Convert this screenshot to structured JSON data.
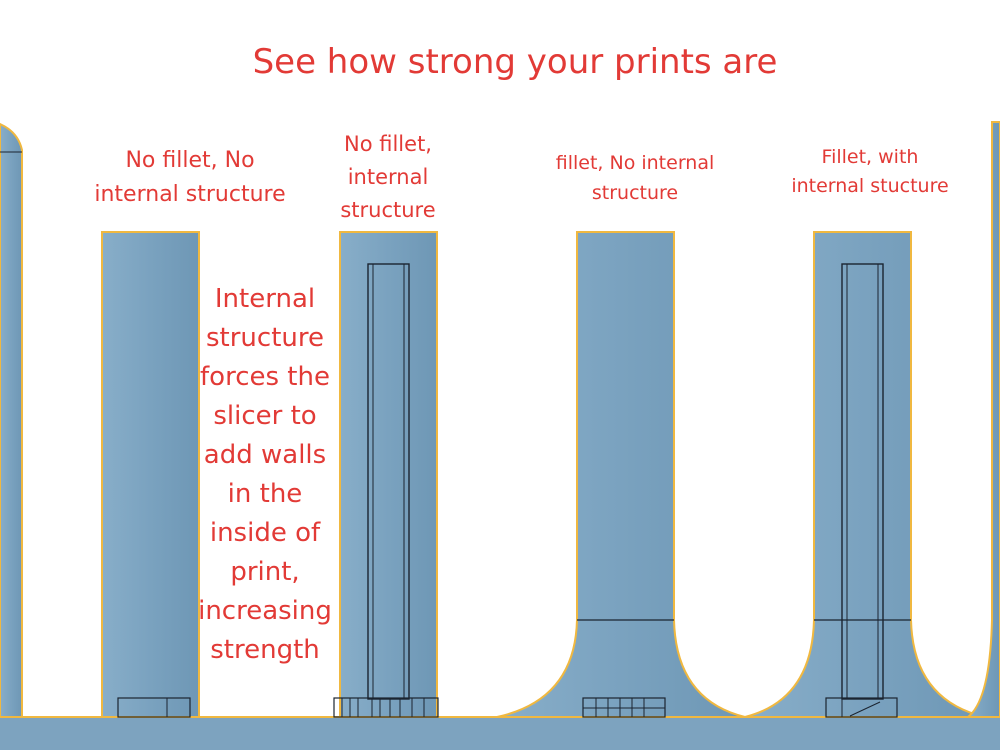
{
  "title": "See how strong your prints are",
  "labels": {
    "col1": [
      "No fillet, No",
      "internal structure"
    ],
    "col2": [
      "No fillet,",
      "internal",
      "structure"
    ],
    "col3": [
      "fillet, No internal",
      "structure"
    ],
    "col4": [
      "Fillet, with",
      "internal stucture"
    ]
  },
  "note": [
    "Internal",
    "structure",
    "forces the",
    "slicer to",
    "add walls",
    "in the",
    "inside of",
    "print,",
    "increasing",
    "strength"
  ],
  "colors": {
    "text": "#e23a36",
    "part_fill": "#7fa5c0",
    "part_outline": "#f0b840",
    "internal_lines": "#1b2430"
  }
}
